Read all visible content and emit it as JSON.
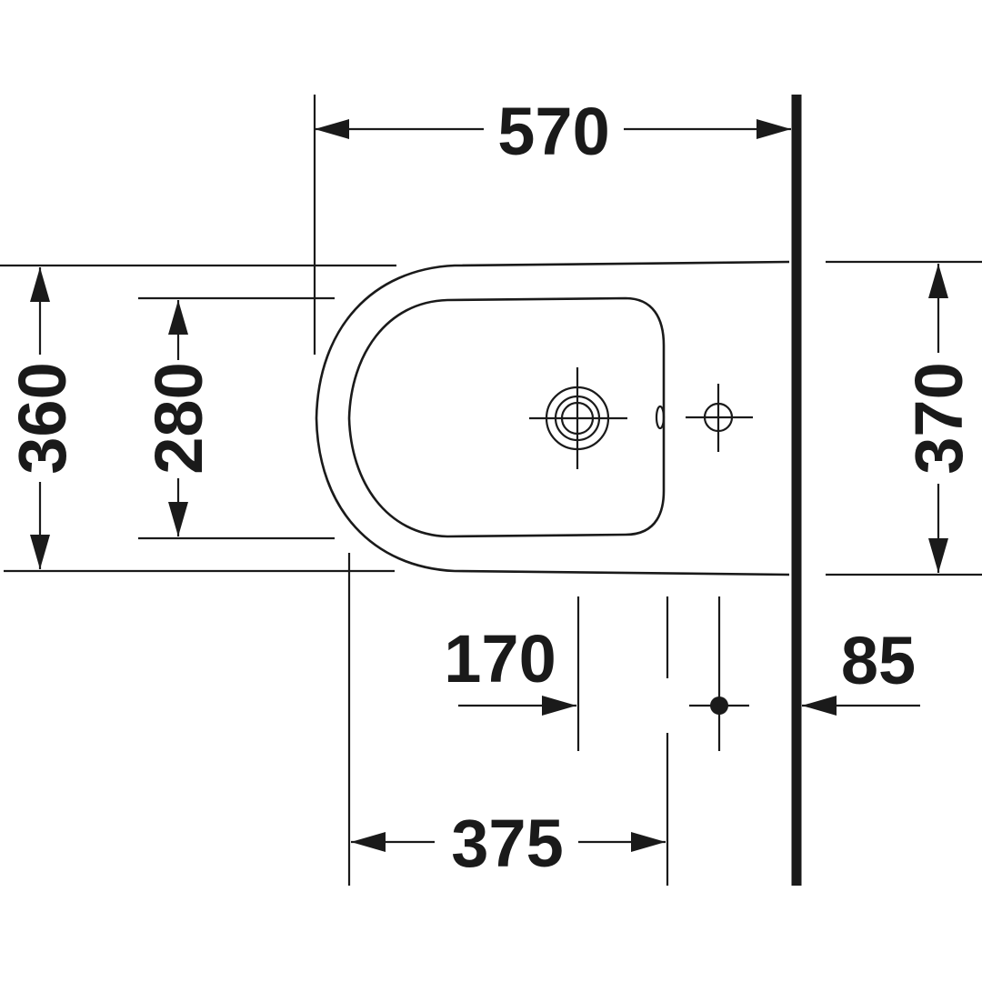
{
  "dimensions": {
    "overall_depth": "570",
    "outer_width": "360",
    "inner_bowl_width": "280",
    "wall_side_width": "370",
    "tap_hole_offset": "170",
    "wall_to_fixing": "85",
    "front_to_fixing": "375"
  },
  "colors": {
    "ink": "#1a1a1a",
    "background": "#ffffff"
  }
}
